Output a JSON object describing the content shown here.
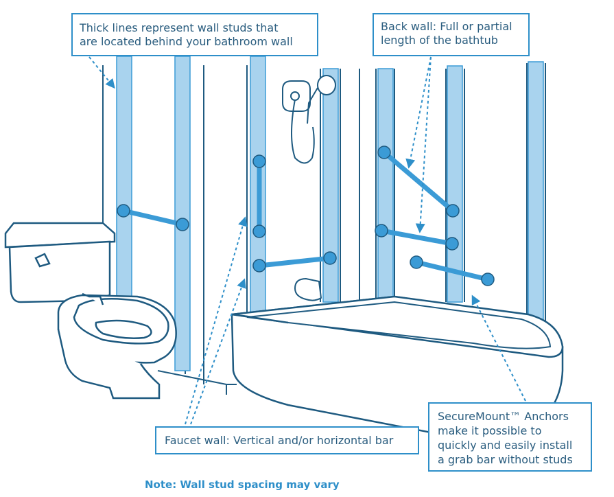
{
  "callouts": {
    "studs": {
      "line1": "Thick lines represent wall studs that",
      "line2": "are located behind your bathroom wall"
    },
    "back_wall": {
      "line1": "Back wall: Full or partial",
      "line2": "length of the bathtub"
    },
    "faucet_wall": {
      "text": "Faucet wall: Vertical and/or horizontal bar"
    },
    "anchors": {
      "line1": "SecureMount™ Anchors",
      "line2": "make it possible to",
      "line3": "quickly and easily install",
      "line4": "a grab bar without studs"
    }
  },
  "note": "Note: Wall stud spacing may vary",
  "colors": {
    "stud": "#a9d3ee",
    "bar": "#3b9bd6",
    "line": "#1e5a80",
    "callout_border": "#2e8fc9",
    "note": "#2e8fc9"
  }
}
